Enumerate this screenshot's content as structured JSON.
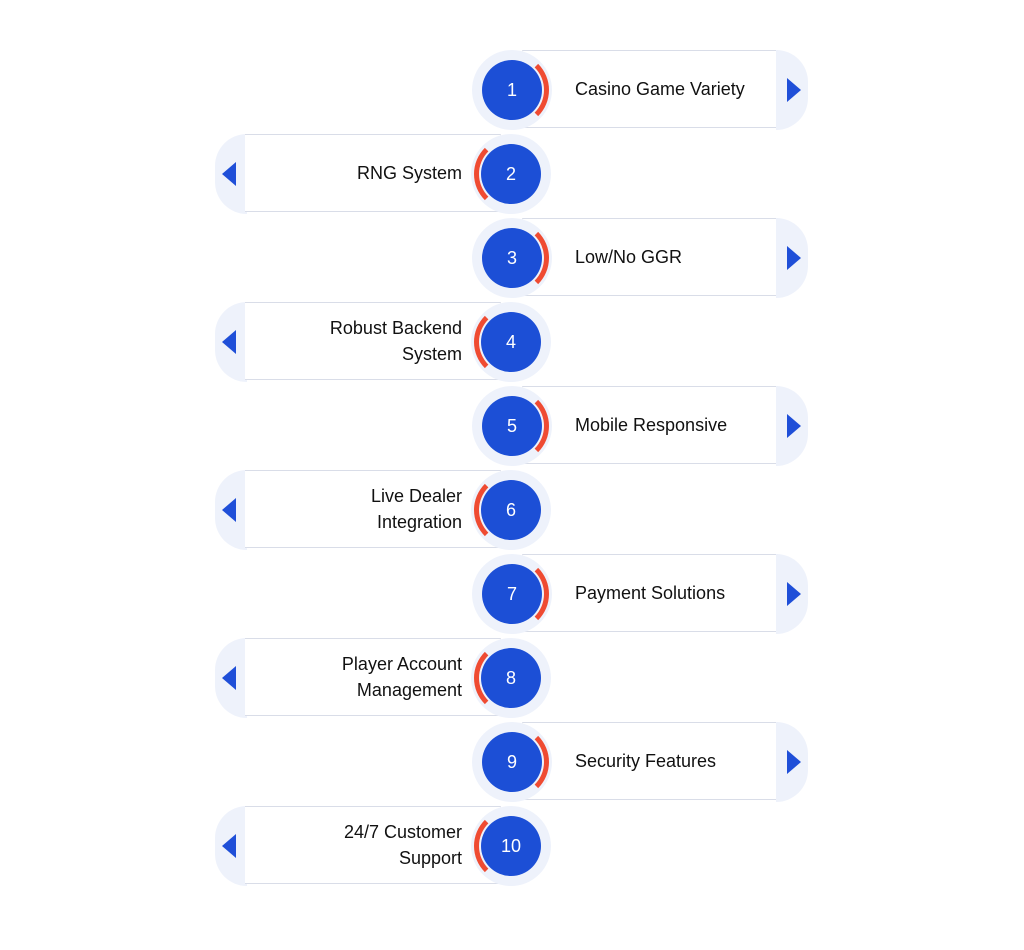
{
  "colors": {
    "badge": "#1c4fd6",
    "arc": "#ef4b32",
    "cap": "#eef2fb",
    "arrow": "#1f4fd8",
    "card_border": "#d9dde8"
  },
  "steps": [
    {
      "number": "1",
      "label": "Casino Game Variety",
      "side": "right"
    },
    {
      "number": "2",
      "label": "RNG System",
      "side": "left"
    },
    {
      "number": "3",
      "label": "Low/No GGR",
      "side": "right"
    },
    {
      "number": "4",
      "label": "Robust Backend\nSystem",
      "side": "left"
    },
    {
      "number": "5",
      "label": "Mobile Responsive",
      "side": "right"
    },
    {
      "number": "6",
      "label": "Live Dealer\nIntegration",
      "side": "left"
    },
    {
      "number": "7",
      "label": "Payment Solutions",
      "side": "right"
    },
    {
      "number": "8",
      "label": "Player Account\nManagement",
      "side": "left"
    },
    {
      "number": "9",
      "label": "Security Features",
      "side": "right"
    },
    {
      "number": "10",
      "label": "24/7 Customer\nSupport",
      "side": "left"
    }
  ]
}
